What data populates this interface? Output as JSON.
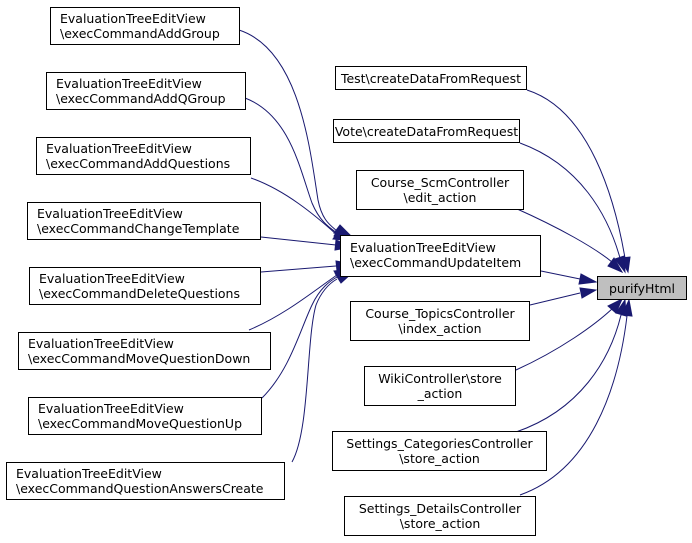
{
  "target": {
    "label": "purifyHtml"
  },
  "hub": {
    "line1": "EvaluationTreeEditView",
    "line2": "\\execCommandUpdateItem"
  },
  "left_nodes": [
    {
      "line1": "EvaluationTreeEditView",
      "line2": "\\execCommandAddGroup"
    },
    {
      "line1": "EvaluationTreeEditView",
      "line2": "\\execCommandAddQGroup"
    },
    {
      "line1": "EvaluationTreeEditView",
      "line2": "\\execCommandAddQuestions"
    },
    {
      "line1": "EvaluationTreeEditView",
      "line2": "\\execCommandChangeTemplate"
    },
    {
      "line1": "EvaluationTreeEditView",
      "line2": "\\execCommandDeleteQuestions"
    },
    {
      "line1": "EvaluationTreeEditView",
      "line2": "\\execCommandMoveQuestionDown"
    },
    {
      "line1": "EvaluationTreeEditView",
      "line2": "\\execCommandMoveQuestionUp"
    },
    {
      "line1": "EvaluationTreeEditView",
      "line2": "\\execCommandQuestionAnswersCreate"
    }
  ],
  "right_nodes": [
    {
      "line1": "Test\\createDataFromRequest"
    },
    {
      "line1": "Vote\\createDataFromRequest"
    },
    {
      "line1": "Course_ScmController",
      "line2": "\\edit_action"
    },
    {
      "line1": "Course_TopicsController",
      "line2": "\\index_action"
    },
    {
      "line1": "WikiController\\store",
      "line2": "_action"
    },
    {
      "line1": "Settings_CategoriesController",
      "line2": "\\store_action"
    },
    {
      "line1": "Settings_DetailsController",
      "line2": "\\store_action"
    }
  ],
  "colors": {
    "edge": "#191970",
    "target_fill": "#bfbfbf",
    "node_border": "#000000"
  }
}
